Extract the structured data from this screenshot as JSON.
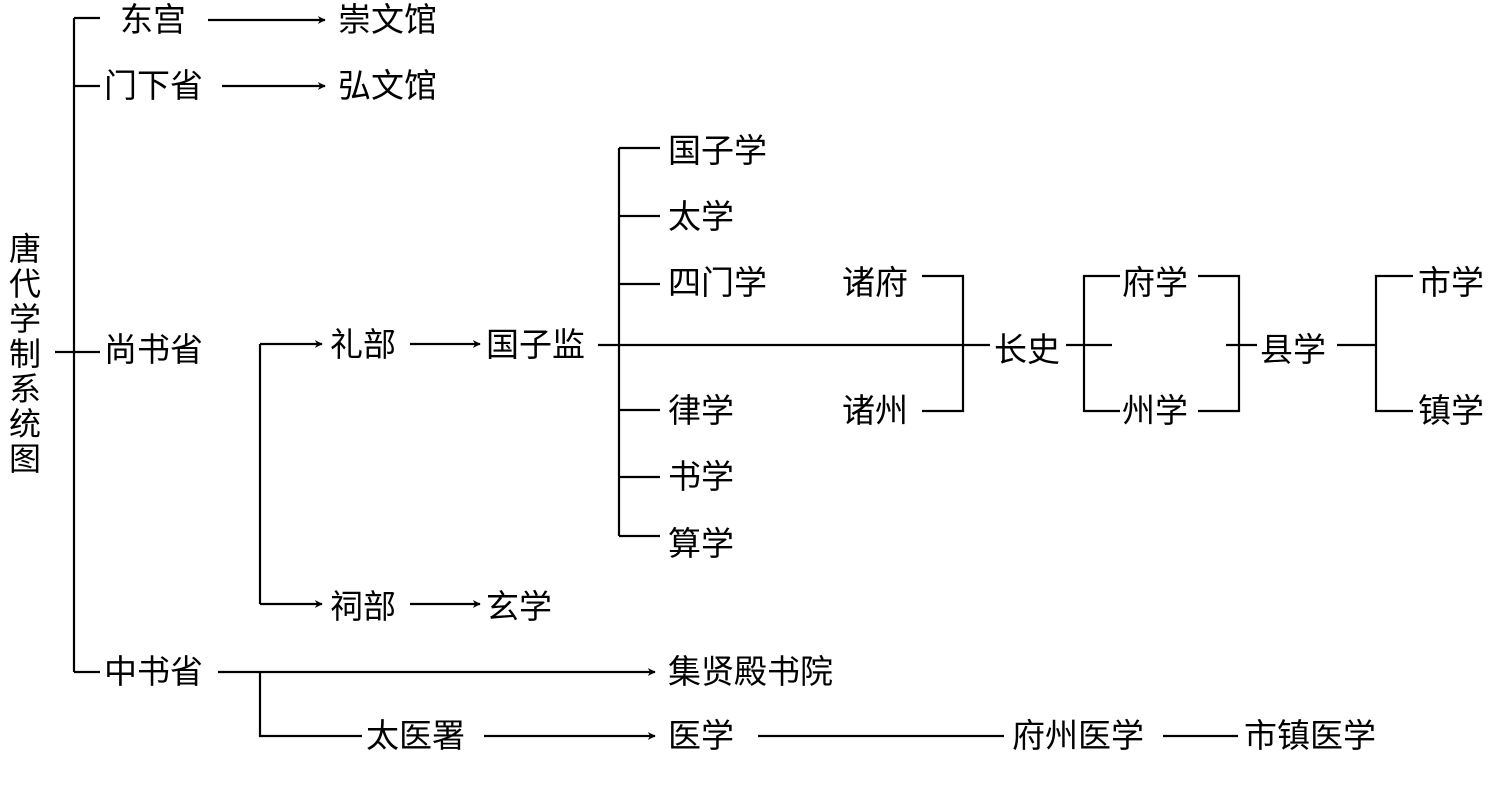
{
  "title": "唐代学制系统图",
  "nodes": {
    "donggong": "东宫",
    "chongwenguan": "崇文馆",
    "menxiasheng": "门下省",
    "hongwenguan": "弘文馆",
    "shangshusheng": "尚书省",
    "libu": "礼部",
    "guozijian": "国子监",
    "guozixue": "国子学",
    "taixue": "太学",
    "simenxue": "四门学",
    "lvxue": "律学",
    "shuxue": "书学",
    "suanxue": "算学",
    "zhufu": "诸府",
    "zhuzhou": "诸州",
    "zhangshi": "长史",
    "fuxue": "府学",
    "zhouxue": "州学",
    "xianxue": "县学",
    "shixue": "市学",
    "zhenxue": "镇学",
    "cibu": "祠部",
    "xuanxue": "玄学",
    "zhongshusheng": "中书省",
    "jixiandian": "集贤殿书院",
    "taiyishu": "太医署",
    "yixue": "医学",
    "fuzhouyixue": "府州医学",
    "shizhenyixue": "市镇医学"
  }
}
